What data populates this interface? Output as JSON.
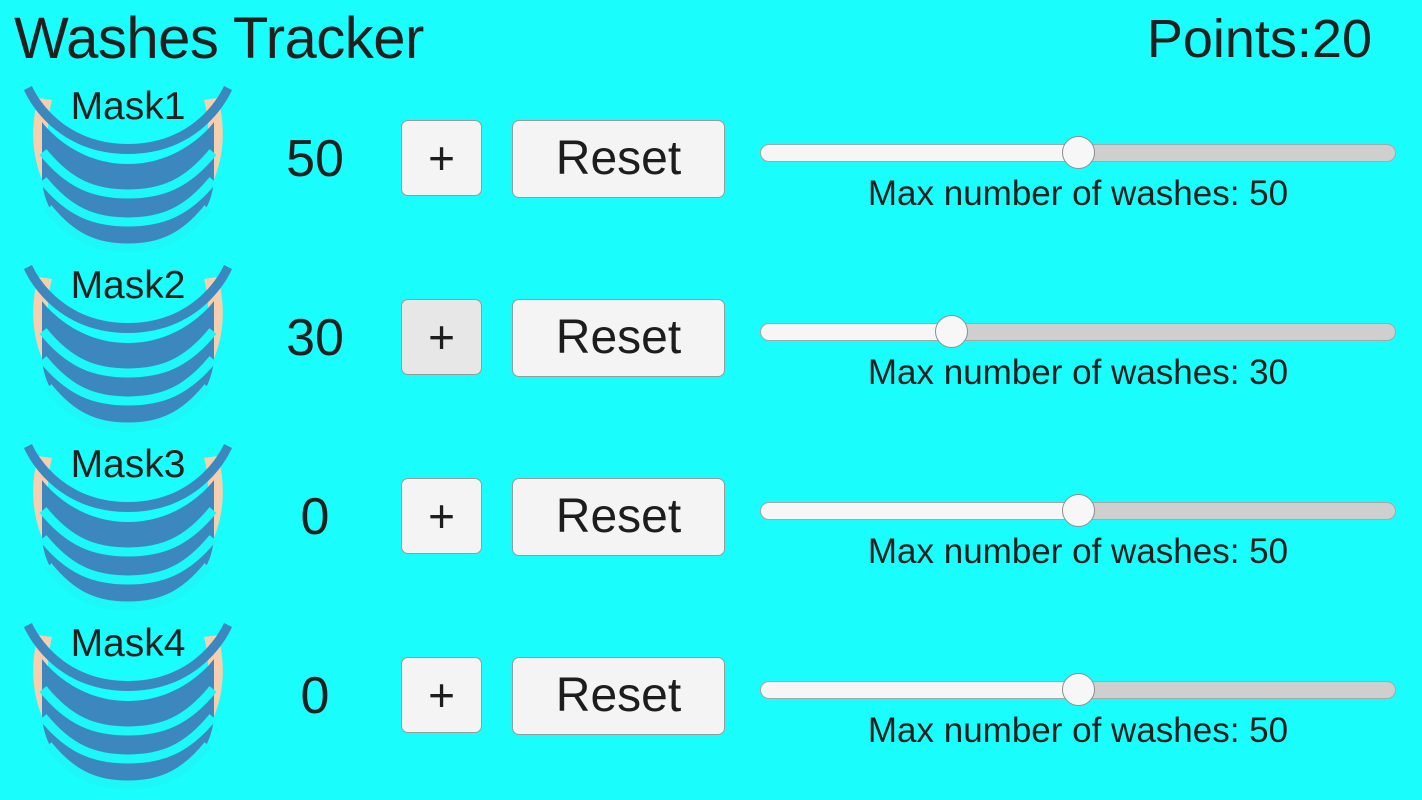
{
  "header": {
    "title": "Washes Tracker",
    "points_label": "Points:20"
  },
  "theme": {
    "background": "#19fdfd",
    "text": "#231f1f",
    "button_bg": "#f4f4f4",
    "button_bg_hover": "#e7e7e7",
    "button_border": "#9a9a9a",
    "mask_body": "#3d87bf",
    "mask_pleat_line": "#1cf7f7",
    "mask_strap": "#f6d0ae",
    "slider_track": "#cfcfcf",
    "slider_fill": "#f6f6f6",
    "slider_thumb": "#f7f7f7"
  },
  "slider_range": {
    "min": 0,
    "max": 100
  },
  "rows": [
    {
      "mask_label": "Mask1",
      "mask_icon": "face-mask-icon",
      "count": "50",
      "plus_label": "+",
      "plus_state": "normal",
      "reset_label": "Reset",
      "slider_value": 50,
      "slider_caption": "Max number of washes: 50"
    },
    {
      "mask_label": "Mask2",
      "mask_icon": "face-mask-icon",
      "count": "30",
      "plus_label": "+",
      "plus_state": "hovered",
      "reset_label": "Reset",
      "slider_value": 30,
      "slider_caption": "Max number of washes: 30"
    },
    {
      "mask_label": "Mask3",
      "mask_icon": "face-mask-icon",
      "count": "0",
      "plus_label": "+",
      "plus_state": "normal",
      "reset_label": "Reset",
      "slider_value": 50,
      "slider_caption": "Max number of washes: 50"
    },
    {
      "mask_label": "Mask4",
      "mask_icon": "face-mask-icon",
      "count": "0",
      "plus_label": "+",
      "plus_state": "normal",
      "reset_label": "Reset",
      "slider_value": 50,
      "slider_caption": "Max number of washes: 50"
    }
  ]
}
